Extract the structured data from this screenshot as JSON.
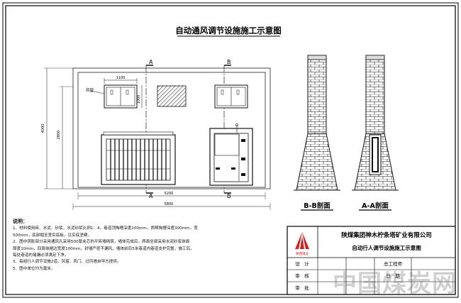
{
  "drawing": {
    "title": "自动通风调节设施施工示意图",
    "dimensions": {
      "window_width": "1100",
      "window_height": "1000",
      "left_total_height": "4000",
      "left_inner_height": "2800",
      "inner_width": "5200",
      "outer_width": "5800"
    },
    "section_marks": {
      "a_top": "A",
      "b_top": "B",
      "a_bottom": "A",
      "b_bottom": "B"
    },
    "leader_label": "风窗",
    "section_titles": {
      "bb": "B-B剖面",
      "aa": "A-A剖面"
    }
  },
  "notes": {
    "title": "说明：",
    "lines": [
      "1、材料使用砖、水泥、砂浆，水泥砂浆比例1：4，巷道顶掏槽深度200mm，两帮掏槽深度300mm，宽",
      "  500mm，底部掘至坚实底板，见实底坚硬。",
      "2、图中阴影部分采用通风孔采用500厚夹芯的平砖墙砌筑，墙体完成后，两面全部采用水泥砂浆抹面",
      "  厚度10mm，四周抹裙边宽度100mm，封墙严密不漏风，墙体前后5米巷道内巷道支护完整，施工后，",
      "  每处巷道的堵漏必须满足下净。",
      "3、每组行人调节设施2道，风窗、风门、过风墙自甲方提供。",
      "5、图中单位均为毫米。"
    ]
  },
  "title_block": {
    "company": "陕煤集团神木柠条塔矿业有限公司",
    "logo_text": "陕西煤业",
    "drawing_name": "自动行人调节设施施工示意图",
    "rows": [
      {
        "label": "设　计",
        "value": ""
      },
      {
        "label": "审　核",
        "value": ""
      },
      {
        "label": "审　批",
        "value": ""
      }
    ],
    "chief_engineer_label": "总工程师",
    "date_label": "日　期"
  },
  "watermark": "中国煤炭网",
  "colors": {
    "line": "#111111",
    "brick_fill": "#ffffff",
    "frame": "#000000",
    "logo_red": "#cc2222"
  }
}
